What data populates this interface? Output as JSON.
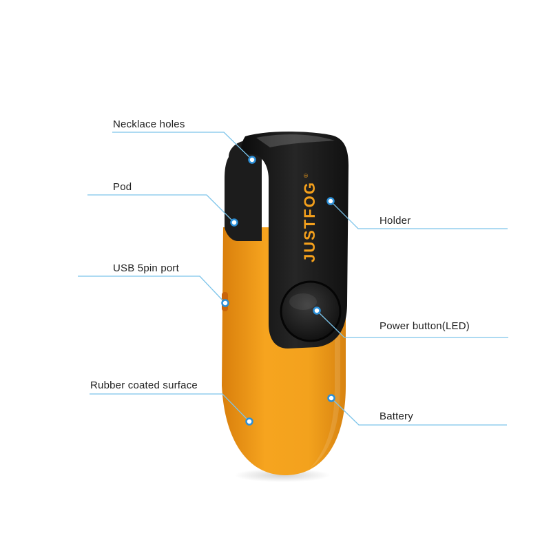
{
  "callouts": {
    "necklace_holes": "Necklace holes",
    "pod": "Pod",
    "usb_port": "USB 5pin port",
    "rubber_surface": "Rubber coated surface",
    "holder": "Holder",
    "power_button": "Power button(LED)",
    "battery": "Battery"
  },
  "brand": {
    "name": "JUSTFOG",
    "registered_mark": "®"
  },
  "colors": {
    "leader_line": "#7cc4ea",
    "marker_dot": "#2b8fd8",
    "body_orange": "#f4a01c",
    "cap_black": "#1a1a1a"
  }
}
